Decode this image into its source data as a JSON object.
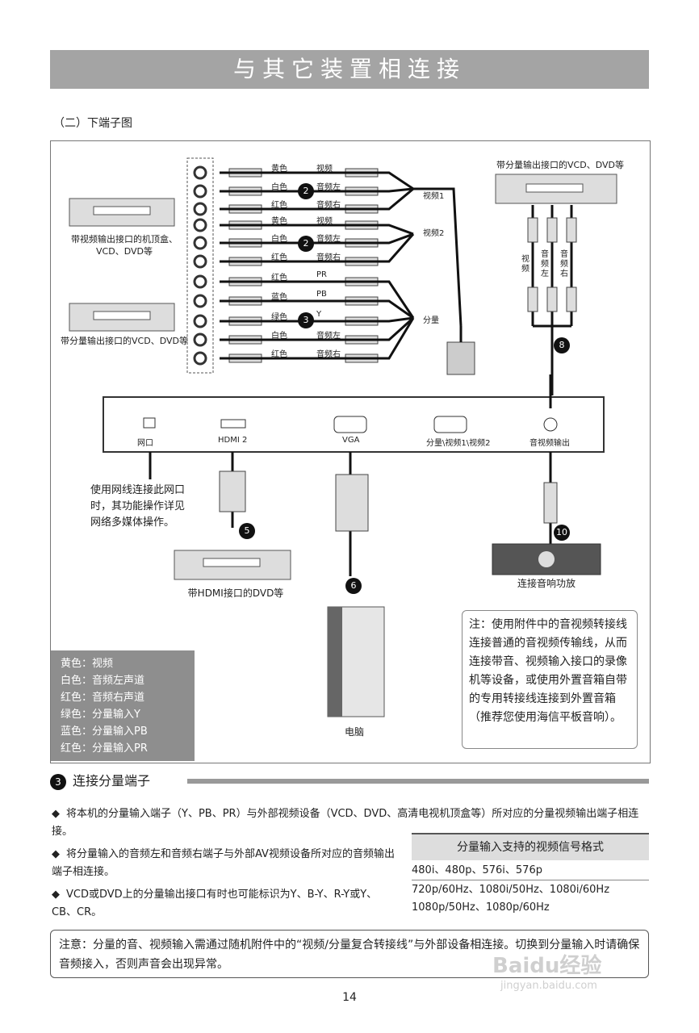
{
  "header": {
    "title": "与其它装置相连接"
  },
  "subtitle": "（二）下端子图",
  "diagram": {
    "devices": {
      "stb_caption_1": "带视频输出接口的机顶盒、",
      "stb_caption_2": "VCD、DVD等",
      "comp_caption": "带分量输出接口的VCD、DVD等",
      "comp_right_caption": "带分量输出接口的VCD、DVD等",
      "hdmi_caption": "带HDMI接口的DVD等",
      "pc_caption": "电脑",
      "amp_caption": "连接音响功放"
    },
    "cable_rows": [
      {
        "color": "黄色",
        "signal": "视频"
      },
      {
        "color": "白色",
        "signal": "音频左"
      },
      {
        "color": "红色",
        "signal": "音频右"
      },
      {
        "color": "黄色",
        "signal": "视频"
      },
      {
        "color": "白色",
        "signal": "音频左"
      },
      {
        "color": "红色",
        "signal": "音频右"
      },
      {
        "color": "红色",
        "signal": "PR"
      },
      {
        "color": "蓝色",
        "signal": "PB"
      },
      {
        "color": "绿色",
        "signal": "Y"
      },
      {
        "color": "白色",
        "signal": "音频左"
      },
      {
        "color": "红色",
        "signal": "音频右"
      }
    ],
    "groups": {
      "video1": "视频1",
      "video2": "视频2",
      "component": "分量"
    },
    "right_plugs": {
      "video": "视频",
      "left": "音频左",
      "right": "音频右"
    },
    "ports": {
      "lan": "网口",
      "hdmi": "HDMI 2",
      "vga": "VGA",
      "comp": "分量\\视频1\\视频2",
      "avout": "音视频输出"
    },
    "lan_note": [
      "使用网线连接此网口",
      "时，其功能操作详见",
      "网络多媒体操作。"
    ],
    "badges": {
      "b2a": "2",
      "b2b": "2",
      "b3": "3",
      "b5": "5",
      "b6": "6",
      "b8": "8",
      "b10": "10"
    },
    "legend": [
      "黄色：视频",
      "白色：音频左声道",
      "红色：音频右声道",
      "绿色：分量输入Y",
      "蓝色：分量输入PB",
      "红色：分量输入PR"
    ],
    "note": "注：使用附件中的音视频转接线连接普通的音视频传输线，从而连接带音、视频输入接口的录像机等设备，或使用外置音箱自带的专用转接线连接到外置音箱（推荐您使用海信平板音响）。"
  },
  "section": {
    "num": "3",
    "title": "连接分量端子"
  },
  "bullets": [
    "将本机的分量输入端子（Y、PB、PR）与外部视频设备（VCD、DVD、高清电视机顶盒等）所对应的分量视频输出端子相连接。",
    "将分量输入的音频左和音频右端子与外部AV视频设备所对应的音频输出端子相连接。",
    "VCD或DVD上的分量输出接口有时也可能标识为Y、B-Y、R-Y或Y、CB、CR。"
  ],
  "table": {
    "header": "分量输入支持的视频信号格式",
    "rows": [
      "480i、480p、576i、576p",
      "720p/60Hz、1080i/50Hz、1080i/60Hz",
      "1080p/50Hz、1080p/60Hz"
    ]
  },
  "warning": "注意：分量的音、视频输入需通过随机附件中的“视频/分量复合转接线”与外部设备相连接。切换到分量输入时请确保音频接入，否则声音会出现异常。",
  "page_number": "14",
  "watermark": {
    "main": "Baidu经验",
    "sub": "jingyan.baidu.com"
  }
}
